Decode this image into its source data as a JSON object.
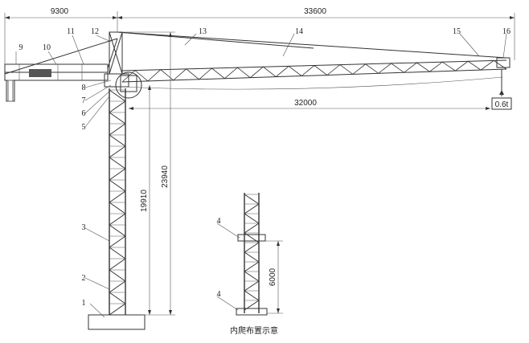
{
  "dimensions": {
    "counter_jib_length": "9300",
    "jib_length": "33600",
    "hook_radius": "32000",
    "height_total": "23940",
    "height_under_hook": "19910",
    "climb_step": "6000"
  },
  "load": "0.6t",
  "part_labels": [
    "1",
    "2",
    "3",
    "4",
    "5",
    "6",
    "7",
    "8",
    "9",
    "10",
    "11",
    "12",
    "13",
    "14",
    "15",
    "16"
  ],
  "inner_climb_labels": [
    "4",
    "4"
  ],
  "caption": "内爬布置示意"
}
